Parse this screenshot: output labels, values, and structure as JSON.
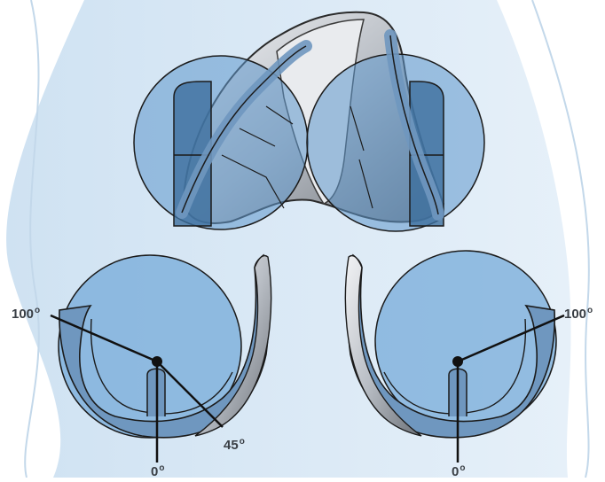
{
  "colors": {
    "background": "#ffffff",
    "backdrop": "#dbeaf6",
    "disc_fill": "#7fb1dd",
    "metal_light": "#e6e8eb",
    "metal_mid": "#a9b0b8",
    "metal_dark": "#585d64",
    "rail_blue": "#6f97bf",
    "line": "#1b1b1b",
    "label": "#3a3f45"
  },
  "icons": [
    "femoral-component-top-view",
    "femoral-condyle-left-side-view",
    "femoral-condyle-right-side-view"
  ],
  "labels": {
    "left_100": {
      "value": "100",
      "unit": "o"
    },
    "left_45": {
      "value": "45",
      "unit": "o"
    },
    "left_0": {
      "value": "0",
      "unit": "o"
    },
    "right_100": {
      "value": "100",
      "unit": "o"
    },
    "right_0": {
      "value": "0",
      "unit": "o"
    }
  }
}
